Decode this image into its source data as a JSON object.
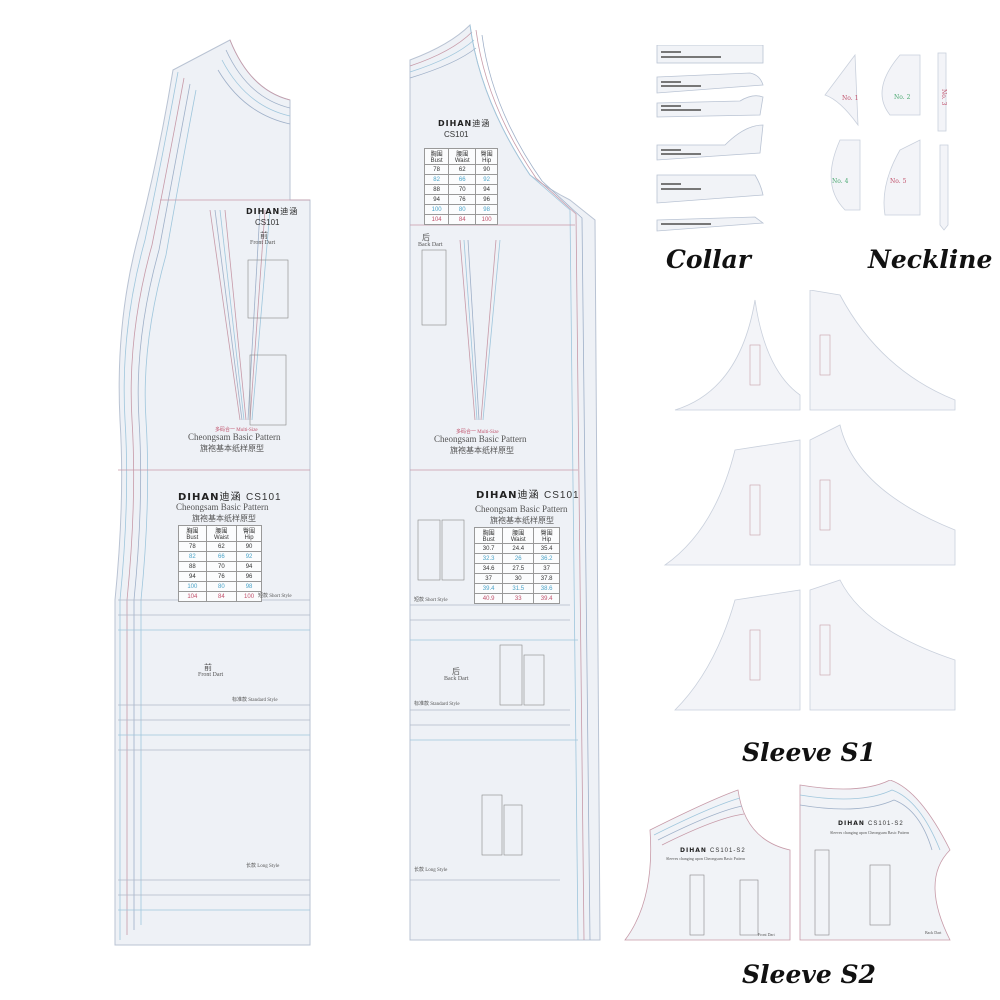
{
  "captions": {
    "collar": "Collar",
    "neckline": "Neckline",
    "sleeve_s1": "Sleeve S1",
    "sleeve_s2": "Sleeve S2"
  },
  "front_pattern": {
    "brand": "DIHAN",
    "brand_cn": "迪涵",
    "code": "CS101",
    "cn_front": "前",
    "label": "Front Dart",
    "multi_size_cn": "多码合一",
    "multi_size": "Multi-Size",
    "title": "Cheongsam Basic Pattern",
    "title_cn": "旗袍基本纸样原型",
    "short_style": "短款 Short Style",
    "standard_style": "标准款 Standard Style",
    "long_style": "长款 Long Style",
    "lower_cn_front": "前",
    "lower_label": "Front Dart"
  },
  "back_pattern": {
    "brand": "DIHAN",
    "brand_cn": "迪涵",
    "code": "CS101",
    "cn_back": "后",
    "label": "Back Dart",
    "multi_size_cn": "多码合一",
    "multi_size": "Multi-Size",
    "title": "Cheongsam Basic Pattern",
    "title_cn": "旗袍基本纸样原型",
    "short_style": "短款 Short Style",
    "standard_style": "标准款 Standard Style",
    "long_style": "长款 Long Style",
    "lower_cn_back": "后",
    "lower_label": "Back Dart"
  },
  "size_table_cm": {
    "headers": [
      "胸围 Bust",
      "腰围 Waist",
      "臀围 Hip"
    ],
    "rows": [
      [
        "78",
        "62",
        "90"
      ],
      [
        "82",
        "66",
        "92"
      ],
      [
        "88",
        "70",
        "94"
      ],
      [
        "94",
        "76",
        "96"
      ],
      [
        "100",
        "80",
        "98"
      ],
      [
        "104",
        "84",
        "100"
      ]
    ]
  },
  "size_table_in": {
    "headers": [
      "胸围 Bust",
      "腰围 Waist",
      "臀围 Hip"
    ],
    "rows": [
      [
        "30.7",
        "24.4",
        "35.4"
      ],
      [
        "32.3",
        "26",
        "36.2"
      ],
      [
        "34.6",
        "27.5",
        "37"
      ],
      [
        "37",
        "30",
        "37.8"
      ],
      [
        "39.4",
        "31.5",
        "38.6"
      ],
      [
        "40.9",
        "33",
        "39.4"
      ]
    ]
  },
  "sleeve_s2": {
    "brand": "DIHAN",
    "code": "CS101-S2",
    "subtitle": "Sleeves changing upon Cheongsam Basic Pattern",
    "front_label": "Front Dart",
    "back_label": "Back Dart"
  },
  "neckline_pieces": [
    "No. 1",
    "No. 2",
    "No. 3",
    "No. 4",
    "No. 5"
  ]
}
